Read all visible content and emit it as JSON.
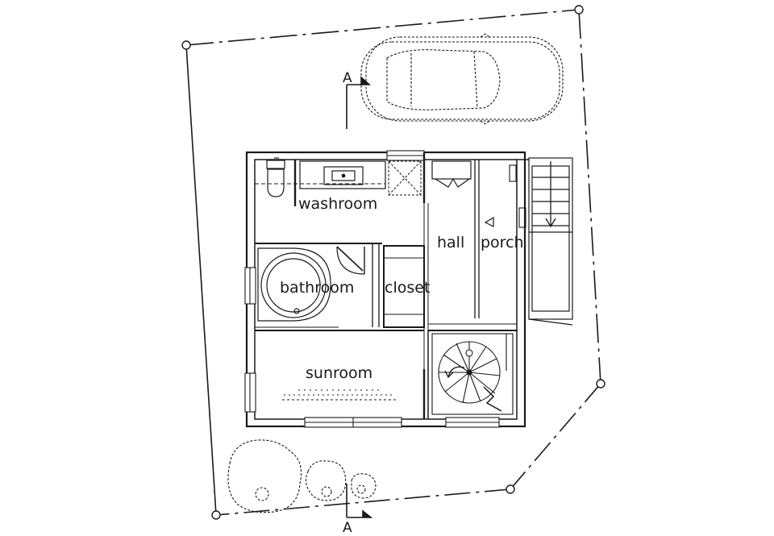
{
  "rooms": {
    "washroom": "washroom",
    "bathroom": "bathroom",
    "closet": "closet",
    "hall": "hall",
    "porch": "porch",
    "sunroom": "sunroom"
  },
  "section_marker": {
    "top": "A",
    "bottom": "A"
  },
  "colors": {
    "line": "#1a1a1a",
    "background": "#ffffff"
  }
}
